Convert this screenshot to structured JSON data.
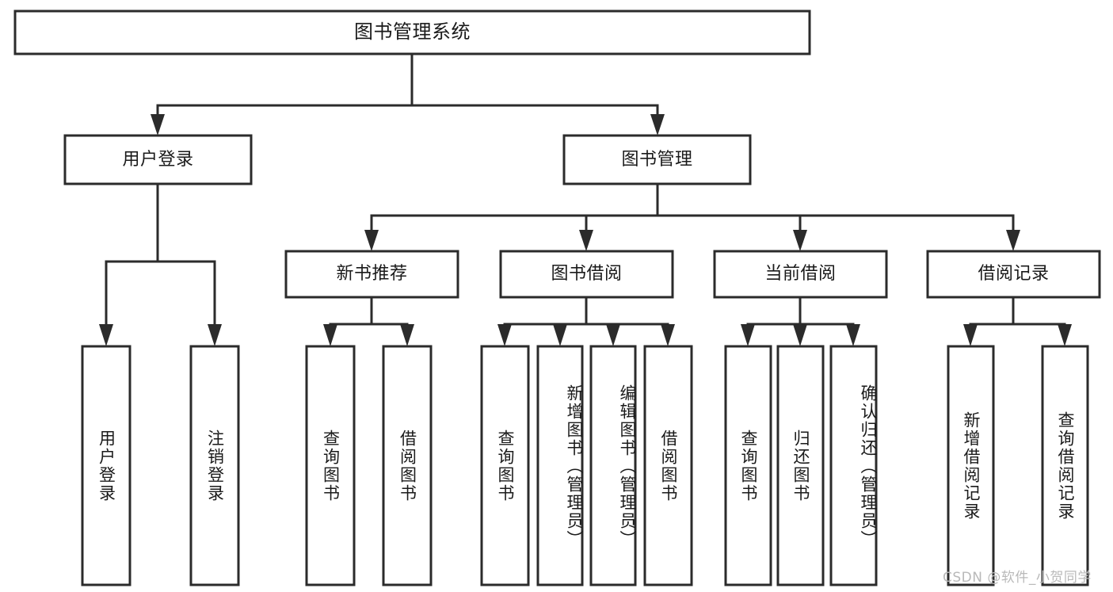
{
  "diagram": {
    "type": "tree-hierarchy",
    "title": "图书管理系统",
    "watermark": "CSDN @软件_小贺同学",
    "colors": {
      "stroke": "#2b2b2b",
      "box_fill": "#ffffff",
      "text": "#1a1a1a",
      "background": "#ffffff",
      "watermark": "#b9b9b9"
    },
    "levels": {
      "root": {
        "label": "图书管理系统"
      },
      "level2": [
        {
          "label": "用户登录"
        },
        {
          "label": "图书管理"
        }
      ],
      "level3": [
        {
          "label": "新书推荐"
        },
        {
          "label": "图书借阅"
        },
        {
          "label": "当前借阅"
        },
        {
          "label": "借阅记录"
        }
      ],
      "leaves": {
        "user_login": [
          {
            "label": "用户登录"
          },
          {
            "label": "注销登录"
          }
        ],
        "new_book_recommend": [
          {
            "label": "查询图书"
          },
          {
            "label": "借阅图书"
          }
        ],
        "book_borrow": [
          {
            "label": "查询图书"
          },
          {
            "label": "新增图书（管理员）"
          },
          {
            "label": "编辑图书（管理员）"
          },
          {
            "label": "借阅图书"
          }
        ],
        "current_borrow": [
          {
            "label": "查询图书"
          },
          {
            "label": "归还图书"
          },
          {
            "label": "确认归还（管理员）"
          }
        ],
        "borrow_record": [
          {
            "label": "新增借阅记录"
          },
          {
            "label": "查询借阅记录"
          }
        ]
      }
    }
  }
}
